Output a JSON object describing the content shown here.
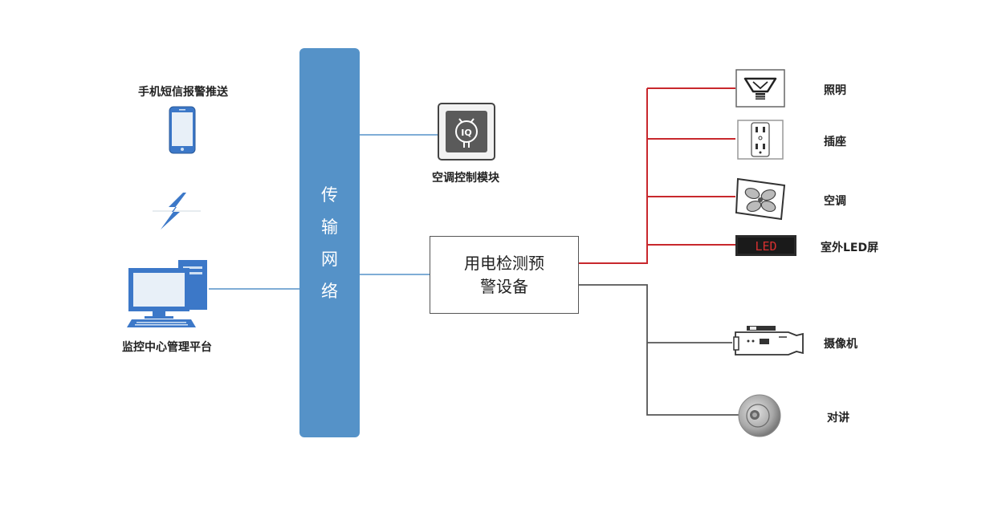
{
  "network": {
    "label": "传输网络",
    "color": "#5592c8"
  },
  "core": {
    "label": "用电检测预警设备"
  },
  "left": {
    "phone_label": "手机短信报警推送",
    "monitor_label": "监控中心管理平台"
  },
  "ac_module": {
    "label": "空调控制模块",
    "icon_text": "IQ"
  },
  "devices": [
    {
      "label": "照明",
      "icon": "lightbulb-icon",
      "line": "red"
    },
    {
      "label": "插座",
      "icon": "socket-icon",
      "line": "red"
    },
    {
      "label": "空调",
      "icon": "fan-icon",
      "line": "red"
    },
    {
      "label": "室外LED屏",
      "icon": "led-screen-icon",
      "line": "red",
      "icon_text": "LED"
    },
    {
      "label": "摄像机",
      "icon": "camera-icon",
      "line": "gray"
    },
    {
      "label": "对讲",
      "icon": "intercom-icon",
      "line": "gray"
    }
  ],
  "colors": {
    "red_line": "#c8282d",
    "gray_line": "#555555",
    "blue_line": "#5592c8"
  }
}
